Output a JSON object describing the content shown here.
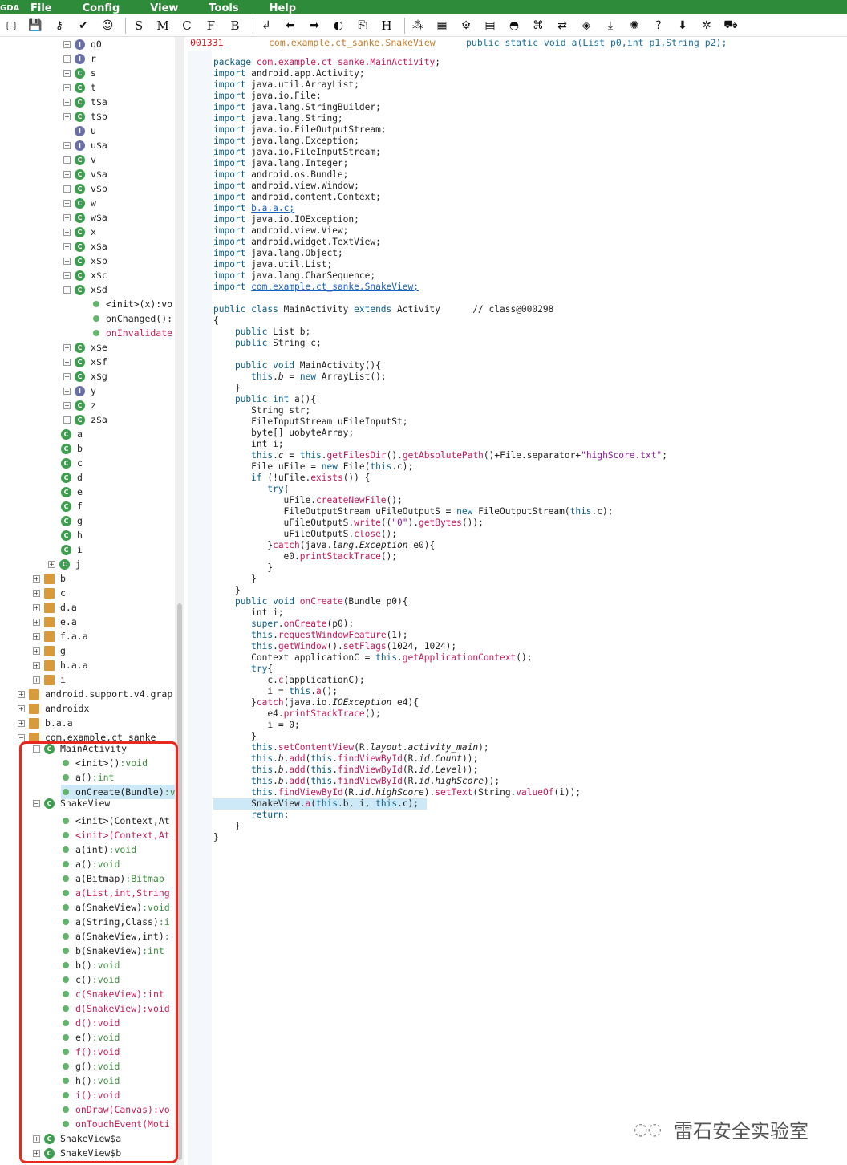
{
  "menubar": {
    "logo": "GDA",
    "items": [
      "File",
      "Config",
      "View",
      "Tools",
      "Help"
    ]
  },
  "toolbar": {
    "icons": [
      "open-file-icon",
      "save-icon",
      "key-icon",
      "check-icon",
      "search-person-icon"
    ],
    "letters": [
      "S",
      "M",
      "C",
      "F",
      "B"
    ],
    "icons2": [
      "jump-icon",
      "back-icon",
      "forward-icon",
      "android-icon",
      "xref-icon"
    ],
    "letter2": "H",
    "icons3": [
      "graph-icon",
      "grid-icon",
      "gear-icon",
      "xml-icon",
      "android-head-icon",
      "command-icon",
      "swap-icon",
      "diamond-icon",
      "download-arrow-icon",
      "virus-icon",
      "help-icon",
      "download-icon",
      "debug-icon",
      "cart-icon"
    ]
  },
  "code_header": {
    "address": "001331",
    "class": "com.example.ct_sanke.SnakeView",
    "signature": "public static void a(List p0,int p1,String p2);"
  },
  "tree": {
    "inner": [
      {
        "name": "q0",
        "kind": "i",
        "exp": true
      },
      {
        "name": "r",
        "kind": "i",
        "exp": true
      },
      {
        "name": "s",
        "kind": "c",
        "exp": true
      },
      {
        "name": "t",
        "kind": "c",
        "exp": true
      },
      {
        "name": "t$a",
        "kind": "c",
        "exp": true
      },
      {
        "name": "t$b",
        "kind": "c",
        "exp": true
      },
      {
        "name": "u",
        "kind": "i",
        "exp": false
      },
      {
        "name": "u$a",
        "kind": "i",
        "exp": true
      },
      {
        "name": "v",
        "kind": "c",
        "exp": true
      },
      {
        "name": "v$a",
        "kind": "c",
        "exp": true
      },
      {
        "name": "v$b",
        "kind": "c",
        "exp": true
      },
      {
        "name": "w",
        "kind": "c",
        "exp": true
      },
      {
        "name": "w$a",
        "kind": "c",
        "exp": true
      },
      {
        "name": "x",
        "kind": "c",
        "exp": true
      },
      {
        "name": "x$a",
        "kind": "c",
        "exp": true
      },
      {
        "name": "x$b",
        "kind": "c",
        "exp": true
      },
      {
        "name": "x$c",
        "kind": "c",
        "exp": true
      },
      {
        "name": "x$d",
        "kind": "c",
        "exp": true,
        "open": true
      }
    ],
    "xd_methods": [
      {
        "label": "<init>(x):vo",
        "red": false
      },
      {
        "label": "onChanged():",
        "red": false
      },
      {
        "label": "onInvalidate",
        "red": true
      }
    ],
    "inner2": [
      {
        "name": "x$e",
        "kind": "c",
        "exp": true
      },
      {
        "name": "x$f",
        "kind": "c",
        "exp": true
      },
      {
        "name": "x$g",
        "kind": "c",
        "exp": true
      },
      {
        "name": "y",
        "kind": "i",
        "exp": true
      },
      {
        "name": "z",
        "kind": "c",
        "exp": true
      },
      {
        "name": "z$a",
        "kind": "c",
        "exp": true
      }
    ],
    "classes": [
      "a",
      "b",
      "c",
      "d",
      "e",
      "f",
      "g",
      "h",
      "i"
    ],
    "class_j": "j",
    "packages": [
      "b",
      "c",
      "d.a",
      "e.a",
      "f.a.a",
      "g",
      "h.a.a",
      "i"
    ],
    "top_packages": [
      "android.support.v4.grap",
      "androidx",
      "b.a.a",
      "com.example.ct_sanke"
    ],
    "main_activity": "MainActivity",
    "main_methods": [
      {
        "name": "<init>()",
        "ret": ":void",
        "red": false
      },
      {
        "name": "a()",
        "ret": ":int",
        "red": false
      },
      {
        "name": "onCreate(Bundle)",
        "ret": ":v",
        "red": false,
        "sel": true
      }
    ],
    "snake_view": "SnakeView",
    "snake_methods": [
      {
        "name": "<init>(Context,At",
        "ret": "",
        "red": false
      },
      {
        "name": "<init>(Context,At",
        "ret": "",
        "red": true
      },
      {
        "name": "a(int)",
        "ret": ":void",
        "red": false
      },
      {
        "name": "a()",
        "ret": ":void",
        "red": false
      },
      {
        "name": "a(Bitmap)",
        "ret": ":Bitmap",
        "red": false
      },
      {
        "name": "a(List,int,String",
        "ret": "",
        "red": true
      },
      {
        "name": "a(SnakeView)",
        "ret": ":void",
        "red": false
      },
      {
        "name": "a(String,Class)",
        "ret": ":i",
        "red": false
      },
      {
        "name": "a(SnakeView,int)",
        "ret": ":",
        "red": false
      },
      {
        "name": "b(SnakeView)",
        "ret": ":int",
        "red": false
      },
      {
        "name": "b()",
        "ret": ":void",
        "red": false
      },
      {
        "name": "c()",
        "ret": ":void",
        "red": false
      },
      {
        "name": "c(SnakeView)",
        "ret": ":int",
        "red": true
      },
      {
        "name": "d(SnakeView)",
        "ret": ":void",
        "red": true
      },
      {
        "name": "d()",
        "ret": ":void",
        "red": true
      },
      {
        "name": "e()",
        "ret": ":void",
        "red": false
      },
      {
        "name": "f()",
        "ret": ":void",
        "red": true
      },
      {
        "name": "g()",
        "ret": ":void",
        "red": false
      },
      {
        "name": "h()",
        "ret": ":void",
        "red": false
      },
      {
        "name": "i()",
        "ret": ":void",
        "red": true
      },
      {
        "name": "onDraw(Canvas)",
        "ret": ":vo",
        "red": true
      },
      {
        "name": "onTouchEvent(Moti",
        "ret": "",
        "red": true
      }
    ],
    "snake_inner": [
      "SnakeView$a",
      "SnakeView$b"
    ]
  },
  "code": {
    "lines": [
      "@k{package} @f{com.example.ct_sanke.MainActivity};",
      "@k{import} android.app.Activity;",
      "@k{import} java.util.ArrayList;",
      "@k{import} java.io.File;",
      "@k{import} java.lang.StringBuilder;",
      "@k{import} java.lang.String;",
      "@k{import} java.io.FileOutputStream;",
      "@k{import} java.lang.Exception;",
      "@k{import} java.io.FileInputStream;",
      "@k{import} java.lang.Integer;",
      "@k{import} android.os.Bundle;",
      "@k{import} android.view.Window;",
      "@k{import} android.content.Context;",
      "@k{import} @l{b.a.a.c;}",
      "@k{import} java.io.IOException;",
      "@k{import} android.view.View;",
      "@k{import} android.widget.TextView;",
      "@k{import} java.lang.Object;",
      "@k{import} java.util.List;",
      "@k{import} java.lang.CharSequence;",
      "@k{import} @l{com.example.ct_sanke.SnakeView;}",
      "",
      "@k{public class} MainActivity @k{extends} Activity      // class@000298",
      "{",
      "    @k{public} List b;",
      "    @k{public} String c;",
      "",
      "    @k{public void} MainActivity(){",
      "       @k{this}.@i{b} = @k{new} ArrayList();",
      "    }",
      "    @k{public int} a(){",
      "       String str;",
      "       FileInputStream uFileInputSt;",
      "       byte[] uobyteArray;",
      "       int i;",
      "       @k{this}.@i{c} = @k{this}.@f{getFilesDir}().@f{getAbsolutePath}()+File.separator+@s{\"highScore.txt\"};",
      "       File uFile = @k{new} File(@k{this}.c);",
      "       @k{if} (!uFile.@f{exists}()) {",
      "          @k{try}{",
      "             uFile.@f{createNewFile}();",
      "             FileOutputStream uFileOutputS = @k{new} FileOutputStream(@k{this}.c);",
      "             uFileOutputS.@f{write}((@s{\"0\"}).@f{getBytes}());",
      "             uFileOutputS.@f{close}();",
      "          }@f{catch}(java.@i{lang}.@i{Exception} e0){",
      "             e0.@f{printStackTrace}();",
      "          }",
      "       }",
      "    }",
      "    @k{public void} @f{onCreate}(Bundle p0){",
      "       int i;",
      "       @k{super}.@f{onCreate}(p0);",
      "       @k{this}.@f{requestWindowFeature}(1);",
      "       @k{this}.@f{getWindow}().@f{setFlags}(1024, 1024);",
      "       Context applicationC = @k{this}.@f{getApplicationContext}();",
      "       @k{try}{",
      "          c.@f{c}(applicationC);",
      "          i = @k{this}.@f{a}();",
      "       }@f{catch}(java.io.@i{IOException} e4){",
      "          e4.@f{printStackTrace}();",
      "          i = 0;",
      "       }",
      "       @k{this}.@f{setContentView}(R.@i{layout}.@i{activity_main});",
      "       @k{this}.@i{b}.@f{add}(@k{this}.@f{findViewById}(R.@i{id}.@i{Count}));",
      "       @k{this}.@i{b}.@f{add}(@k{this}.@f{findViewById}(R.@i{id}.@i{Level}));",
      "       @k{this}.@i{b}.@f{add}(@k{this}.@f{findViewById}(R.@i{id}.@i{highScore}));",
      "       @k{this}.@f{findViewById}(R.@i{id}.@i{highScore}).@f{setText}(String.@f{valueOf}(i));",
      "       SnakeView.@f{a}(@k{this}.b, i, @k{this}.c);",
      "       @k{return};",
      "    }",
      "}"
    ],
    "highlight_line": 66
  },
  "watermark": "雷石安全实验室",
  "colors": {
    "accent_green": "#2e8b3a",
    "highlight_border": "#e8291f",
    "selection": "#cde8f6"
  }
}
